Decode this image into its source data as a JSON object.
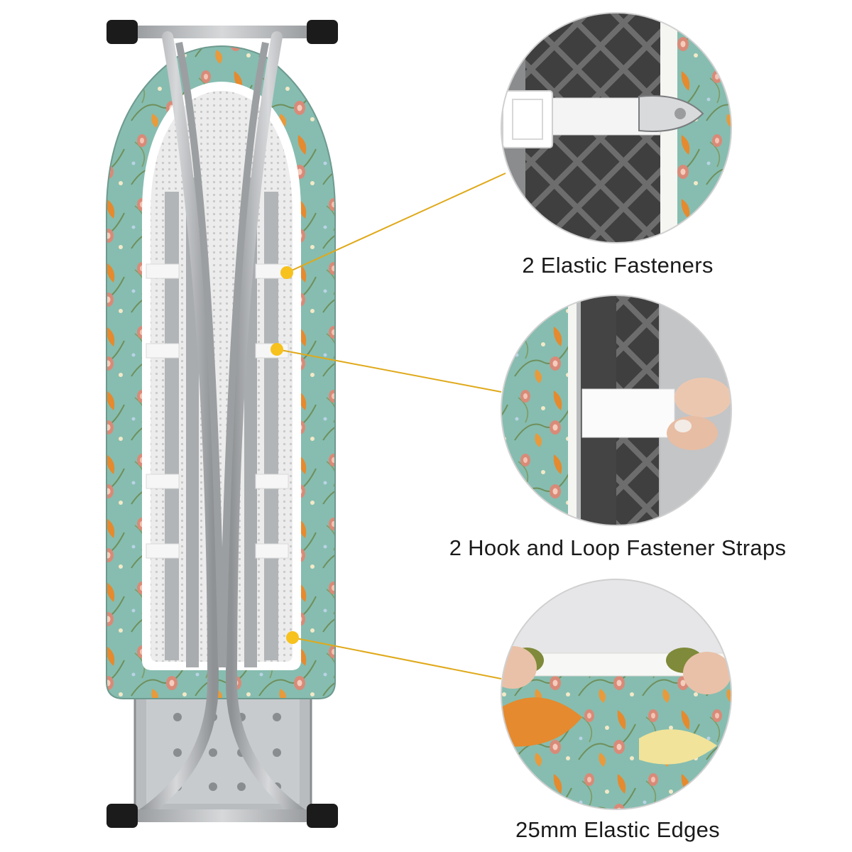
{
  "features": [
    {
      "id": "elastic-fasteners",
      "label": "2 Elastic Fasteners"
    },
    {
      "id": "hook-loop-straps",
      "label": "2 Hook and Loop Fastener Straps"
    },
    {
      "id": "elastic-edges",
      "label": "25mm Elastic Edges"
    }
  ],
  "colors": {
    "fabric": "#86bdb0",
    "leader_line": "#e0a91a",
    "marker": "#f7c21e",
    "frame": "#a7aaad",
    "mesh": "#e9e9e9",
    "orange_flower": "#e58a2e",
    "pink_flower": "#d98a78"
  }
}
